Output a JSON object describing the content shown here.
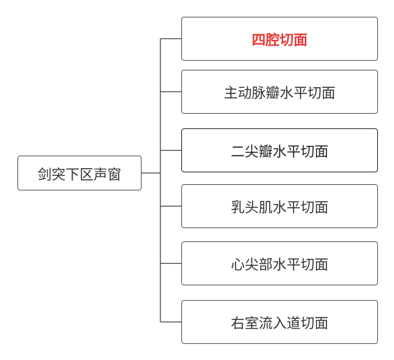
{
  "root": {
    "label": "剑突下区声窗"
  },
  "views": [
    {
      "label": "四腔切面",
      "color": "#e53935",
      "bold": true
    },
    {
      "label": "主动脉瓣水平切面",
      "color": "#333333",
      "bold": false
    },
    {
      "label": "二尖瓣水平切面",
      "color": "#222222",
      "bold": false
    },
    {
      "label": "乳头肌水平切面",
      "color": "#333333",
      "bold": false
    },
    {
      "label": "心尖部水平切面",
      "color": "#333333",
      "bold": false
    },
    {
      "label": "右室流入道切面",
      "color": "#333333",
      "bold": false
    }
  ],
  "colors": {
    "line": "#444444",
    "border": "#555555",
    "highlight_text": "#e53935"
  }
}
